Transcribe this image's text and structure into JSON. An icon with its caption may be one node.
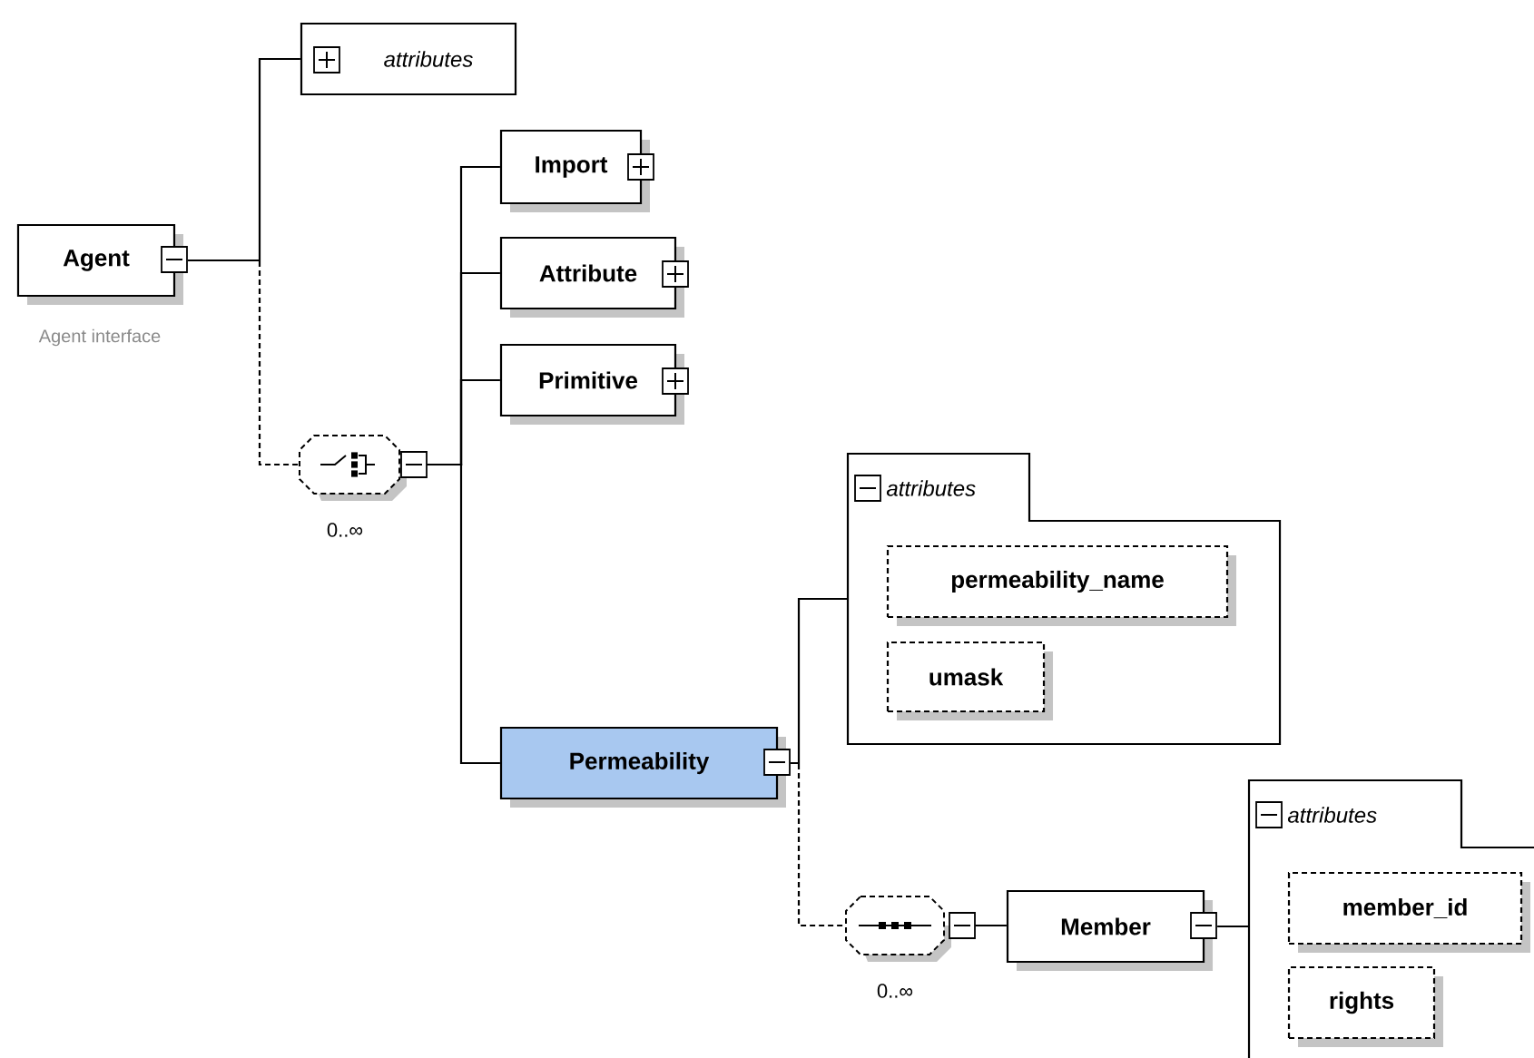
{
  "diagram": {
    "nodes": [
      {
        "text": [
          "Agent"
        ],
        "beside": [
          "Agent interface"
        ]
      },
      {
        "text": [
          "attributes"
        ]
      },
      {
        "text": [],
        "shape": "octagon",
        "beside": [
          "0..∞"
        ]
      },
      {
        "text": [
          "Import"
        ]
      },
      {
        "text": [
          "Attribute"
        ]
      },
      {
        "text": [
          "Primitive"
        ]
      },
      {
        "text": [
          "Permeability"
        ]
      },
      {
        "text": [
          "attributes"
        ]
      },
      {
        "text": [
          "permeability_name"
        ],
        "in": 7
      },
      {
        "text": [
          "umask"
        ],
        "in": 7
      },
      {
        "text": [],
        "shape": "octagon",
        "beside": [
          "0..∞"
        ]
      },
      {
        "text": [
          "Member"
        ]
      },
      {
        "text": [
          "attributes"
        ]
      },
      {
        "text": [
          "member_id"
        ],
        "in": 12
      },
      {
        "text": [
          "rights"
        ],
        "in": 12
      }
    ],
    "edges": [
      {
        "from": 0,
        "to": 1,
        "arrow": "none"
      },
      {
        "from": 0,
        "to": 2,
        "arrow": "none",
        "style": "dashed"
      },
      {
        "from": 2,
        "to": 3,
        "arrow": "none"
      },
      {
        "from": 2,
        "to": 4,
        "arrow": "none"
      },
      {
        "from": 2,
        "to": 5,
        "arrow": "none"
      },
      {
        "from": 2,
        "to": 6,
        "arrow": "none"
      },
      {
        "from": 6,
        "to": 7,
        "arrow": "none"
      },
      {
        "from": 6,
        "to": 10,
        "arrow": "none",
        "style": "dashed"
      },
      {
        "from": 10,
        "to": 11,
        "arrow": "none"
      },
      {
        "from": 11,
        "to": 12,
        "arrow": "none"
      }
    ]
  }
}
